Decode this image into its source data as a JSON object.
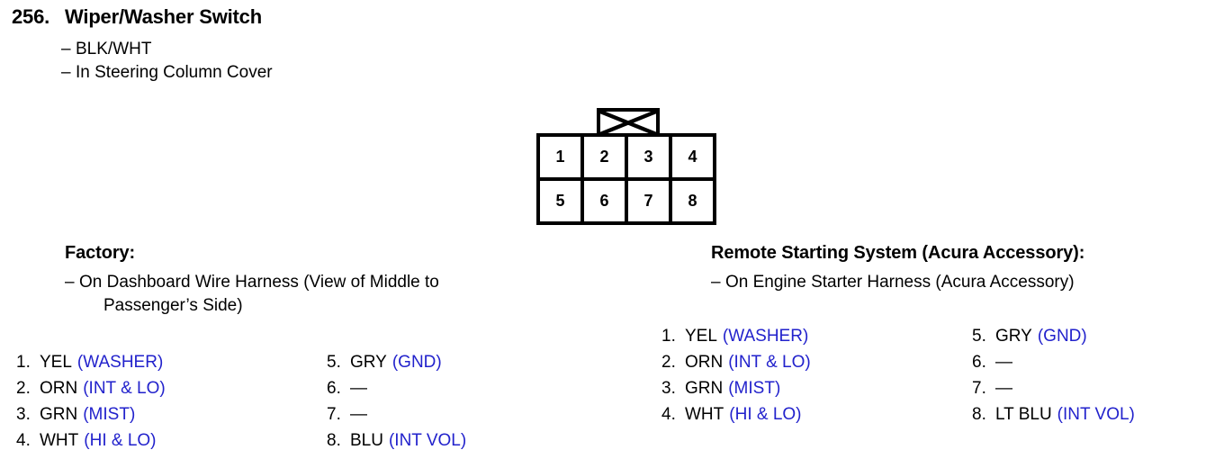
{
  "entry": {
    "number": "256.",
    "title": "Wiper/Washer Switch",
    "notes": [
      "BLK/WHT",
      "In Steering Column Cover"
    ]
  },
  "connector": {
    "tab_icon": "crossed-x-tab",
    "top_row": [
      "1",
      "2",
      "3",
      "4"
    ],
    "bottom_row": [
      "5",
      "6",
      "7",
      "8"
    ]
  },
  "factory": {
    "title": "Factory:",
    "note": "On Dashboard Wire Harness (View of Middle to",
    "note_continued": "Passenger’s Side)",
    "pins_left": [
      {
        "num": "1.",
        "color": "YEL",
        "func": "(WASHER)"
      },
      {
        "num": "2.",
        "color": "ORN",
        "func": "(INT & LO)"
      },
      {
        "num": "3.",
        "color": "GRN",
        "func": "(MIST)"
      },
      {
        "num": "4.",
        "color": "WHT",
        "func": "(HI & LO)"
      }
    ],
    "pins_right": [
      {
        "num": "5.",
        "color": "GRY",
        "func": "(GND)"
      },
      {
        "num": "6.",
        "color": "—",
        "func": ""
      },
      {
        "num": "7.",
        "color": "—",
        "func": ""
      },
      {
        "num": "8.",
        "color": "BLU",
        "func": "(INT VOL)"
      }
    ]
  },
  "remote": {
    "title": "Remote Starting System (Acura Accessory):",
    "note": "On Engine Starter Harness (Acura Accessory)",
    "pins_left": [
      {
        "num": "1.",
        "color": "YEL",
        "func": "(WASHER)"
      },
      {
        "num": "2.",
        "color": "ORN",
        "func": "(INT & LO)"
      },
      {
        "num": "3.",
        "color": "GRN",
        "func": "(MIST)"
      },
      {
        "num": "4.",
        "color": "WHT",
        "func": "(HI & LO)"
      }
    ],
    "pins_right": [
      {
        "num": "5.",
        "color": "GRY",
        "func": "(GND)"
      },
      {
        "num": "6.",
        "color": "—",
        "func": ""
      },
      {
        "num": "7.",
        "color": "—",
        "func": ""
      },
      {
        "num": "8.",
        "color": "LT BLU",
        "func": "(INT VOL)"
      }
    ]
  },
  "colors": {
    "text": "#000000",
    "function_blue": "#2222cc",
    "background": "#ffffff"
  },
  "symbols": {
    "bullet_dash": "–",
    "no_connection": "—"
  }
}
